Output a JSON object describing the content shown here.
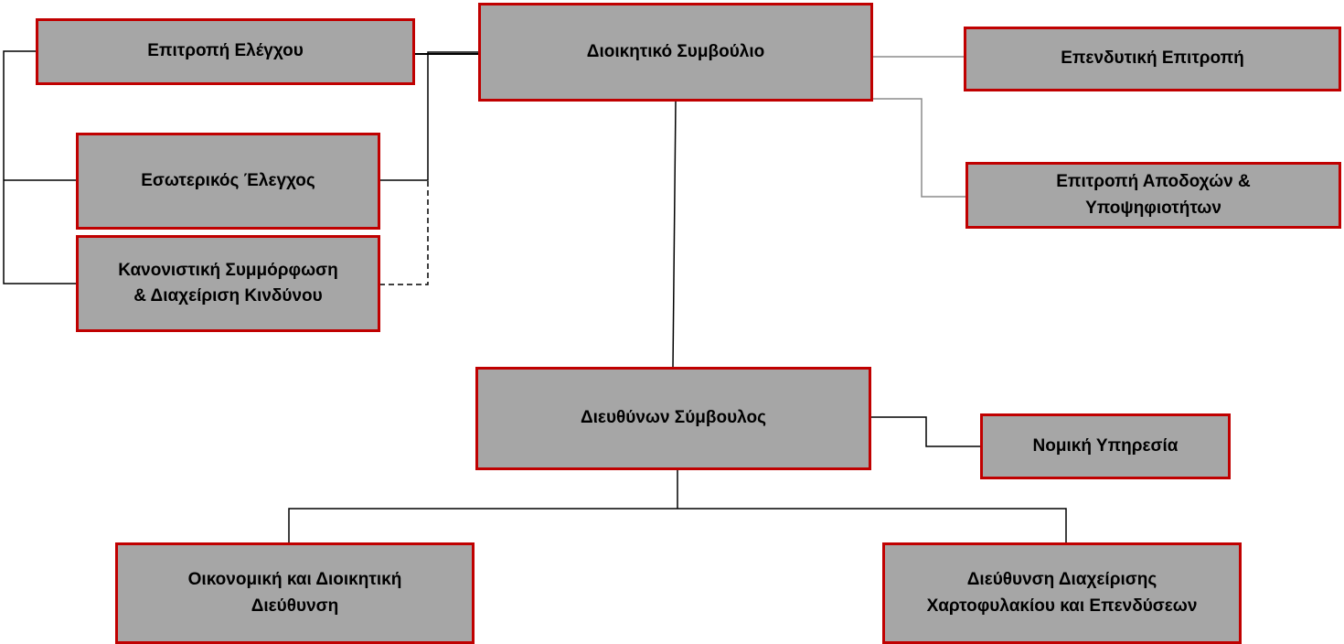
{
  "colors": {
    "box_fill": "#a6a6a6",
    "box_border": "#c00000",
    "line_black": "#000000",
    "line_gray": "#8c8c8c"
  },
  "nodes": {
    "audit_committee": "Επιτροπή  Ελέγχου",
    "board_of_directors": "Διοικητικό Συμβούλιο",
    "investment_committee": "Επενδυτική Επιτροπή",
    "internal_audit": "Εσωτερικός Έλεγχος",
    "remuneration_committee": "Επιτροπή  Αποδοχών  &\nΥποψηφιοτήτων",
    "compliance_risk": "Κανονιστική  Συμμόρφωση\n& Διαχείριση Κινδύνου",
    "ceo": "Διευθύνων Σύμβουλος",
    "legal_service": "Νομική Υπηρεσία",
    "finance_admin": "Οικονομική και Διοικητική\nΔιεύθυνση",
    "portfolio_management": "Διεύθυνση Διαχείρισης\nΧαρτοφυλακίου και Επενδύσεων"
  }
}
